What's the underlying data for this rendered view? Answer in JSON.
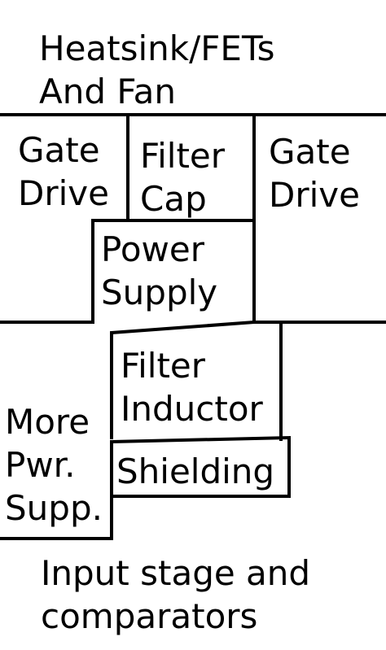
{
  "diagram": {
    "heatsink": {
      "line1": "Heatsink/FETs",
      "line2": "And Fan"
    },
    "gate_drive_left": {
      "line1": "Gate",
      "line2": "Drive"
    },
    "filter_cap": {
      "line1": "Filter",
      "line2": "Cap"
    },
    "gate_drive_right": {
      "line1": "Gate",
      "line2": "Drive"
    },
    "power_supply": {
      "line1": "Power",
      "line2": "Supply"
    },
    "filter_inductor": {
      "line1": "Filter",
      "line2": "Inductor"
    },
    "more_power_supply": {
      "line1": "More",
      "line2": "Pwr.",
      "line3": "Supp."
    },
    "shielding": {
      "line1": "Shielding"
    },
    "input_stage": {
      "line1": "Input stage and",
      "line2": "comparators"
    }
  },
  "colors": {
    "ink": "#000000",
    "background": "#ffffff"
  }
}
